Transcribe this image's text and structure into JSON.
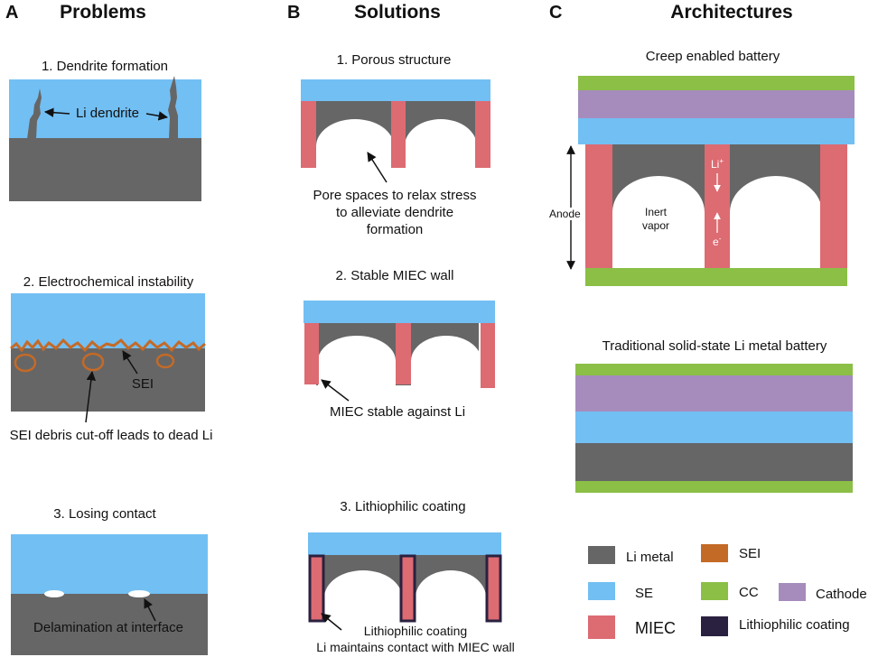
{
  "colors": {
    "li_metal": "#666666",
    "se": "#72BFF3",
    "miec": "#DD6B72",
    "sei": "#C46A27",
    "cc": "#8BBF46",
    "cathode": "#A58CBC",
    "lithiophilic": "#2A2140",
    "background": "#FFFFFF"
  },
  "panels": {
    "a": {
      "letter": "A",
      "title": "Problems",
      "items": [
        {
          "heading": "1. Dendrite formation",
          "labels": [
            "Li dendrite"
          ]
        },
        {
          "heading": "2. Electrochemical instability",
          "labels": [
            "SEI",
            "SEI debris cut-off leads to dead Li"
          ]
        },
        {
          "heading": "3. Losing contact",
          "labels": [
            "Delamination at interface"
          ]
        }
      ]
    },
    "b": {
      "letter": "B",
      "title": "Solutions",
      "items": [
        {
          "heading": "1. Porous structure",
          "labels": [
            "Pore spaces to relax stress",
            "to alleviate dendrite",
            "formation"
          ]
        },
        {
          "heading": "2. Stable MIEC wall",
          "labels": [
            "MIEC stable against Li"
          ]
        },
        {
          "heading": "3. Lithiophilic coating",
          "labels": [
            "Lithiophilic coating",
            "Li maintains contact with MIEC wall"
          ]
        }
      ]
    },
    "c": {
      "letter": "C",
      "title": "Architectures",
      "creep": {
        "title": "Creep enabled battery",
        "anode": "Anode",
        "vapor_line1": "Inert",
        "vapor_line2": "vapor",
        "li_ion": "Li",
        "li_ion_sup": "+",
        "electron": "e",
        "electron_sup": "-"
      },
      "traditional": {
        "title": "Traditional solid-state Li metal battery"
      }
    }
  },
  "legend": [
    {
      "label": "Li metal",
      "color_key": "li_metal"
    },
    {
      "label": "SEI",
      "color_key": "sei"
    },
    {
      "label": "SE",
      "color_key": "se"
    },
    {
      "label": "CC",
      "color_key": "cc"
    },
    {
      "label": "Cathode",
      "color_key": "cathode"
    },
    {
      "label": "MIEC",
      "color_key": "miec"
    },
    {
      "label": "Lithiophilic coating",
      "color_key": "lithiophilic"
    }
  ]
}
